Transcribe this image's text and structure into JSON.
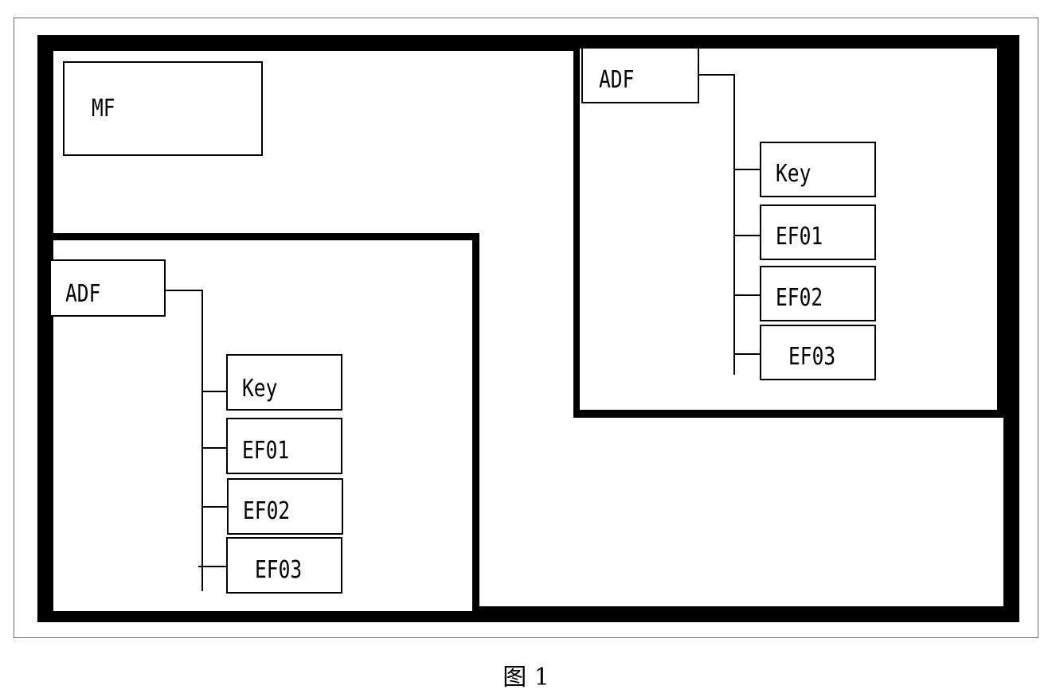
{
  "mf": {
    "label": "MF"
  },
  "adf_right": {
    "label": "ADF",
    "files": [
      "Key",
      "EF01",
      "EF02",
      "EF03"
    ]
  },
  "adf_left": {
    "label": "ADF",
    "files": [
      "Key",
      "EF01",
      "EF02",
      "EF03"
    ]
  },
  "caption": "图 1"
}
